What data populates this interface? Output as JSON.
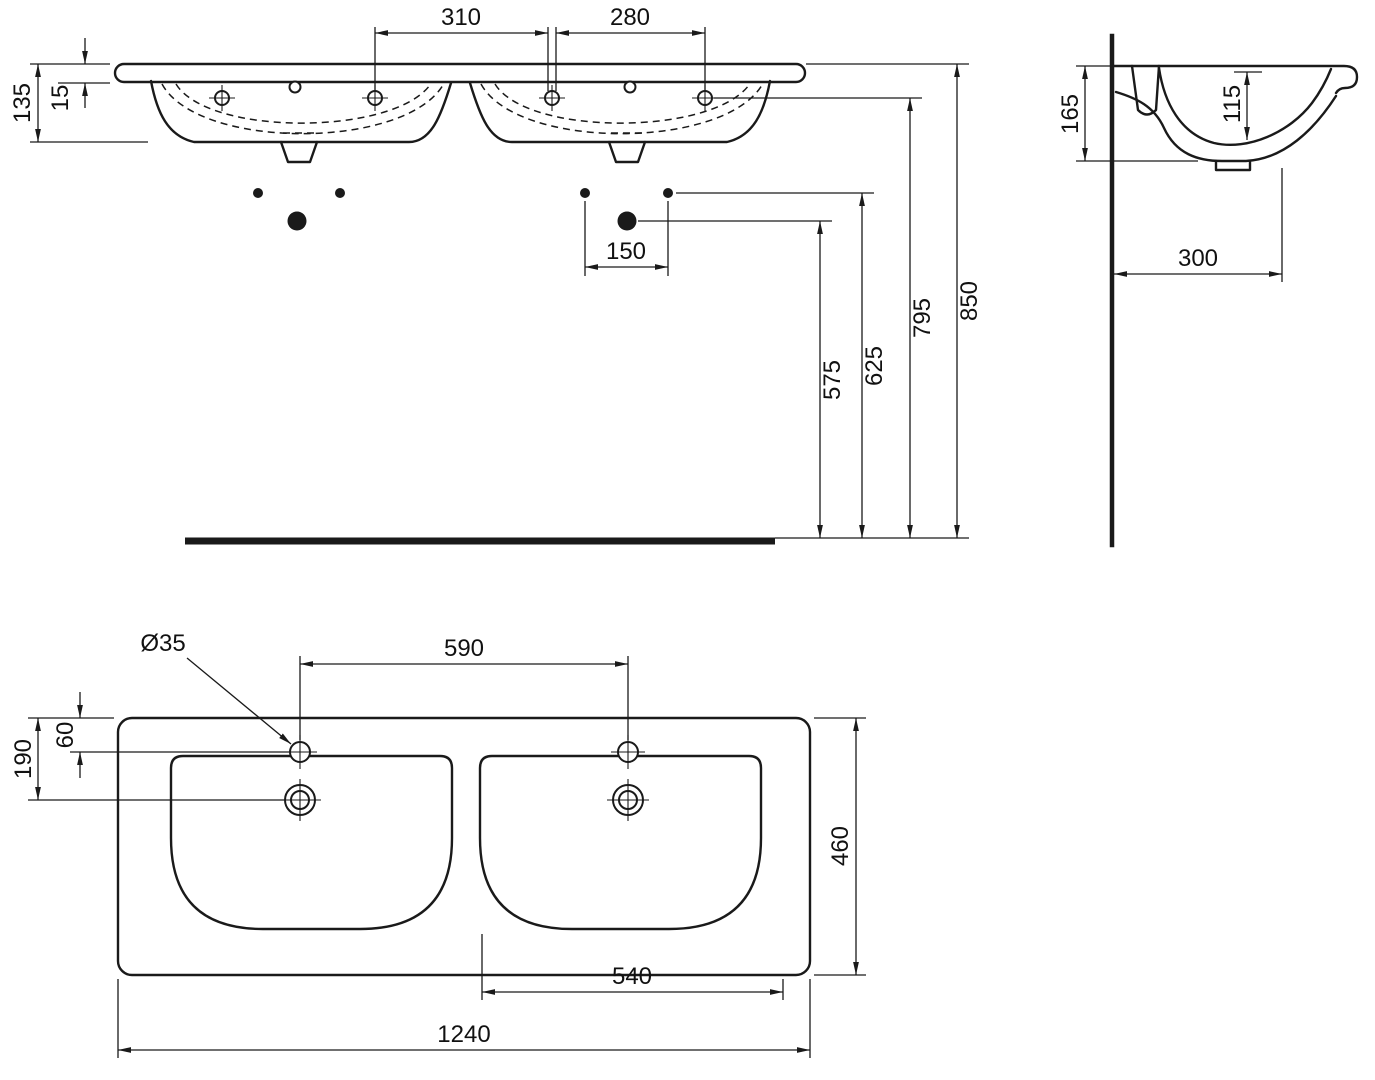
{
  "drawing": {
    "type": "technical-dimension-drawing",
    "subject": "double washbasin (front view, side section, plan view)",
    "line_color": "#1a1a1a",
    "background": "#ffffff"
  },
  "front_view": {
    "d310": "310",
    "d280": "280",
    "d135": "135",
    "d15": "15",
    "d150": "150",
    "d575": "575",
    "d625": "625",
    "d795": "795",
    "d850": "850"
  },
  "side_view": {
    "d165": "165",
    "d115": "115",
    "d300": "300"
  },
  "plan_view": {
    "d35": "Ø35",
    "d590": "590",
    "d60": "60",
    "d190": "190",
    "d460": "460",
    "d540": "540",
    "d1240": "1240"
  }
}
